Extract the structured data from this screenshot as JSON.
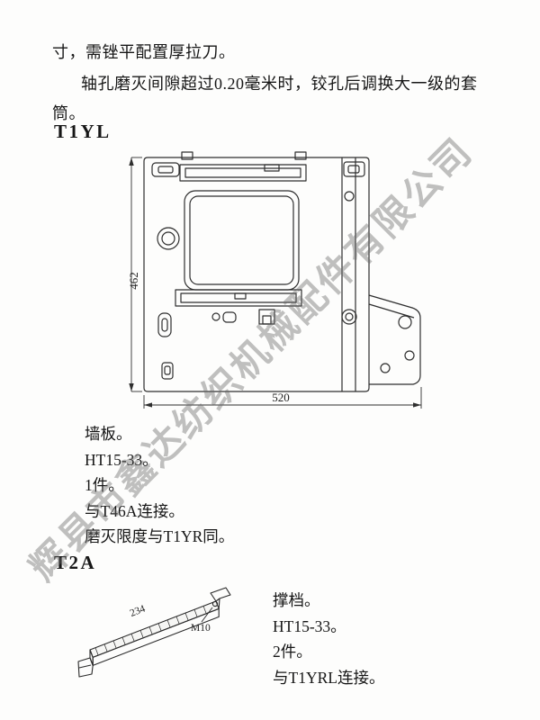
{
  "watermark": {
    "text": "辉县市鑫达纺织机械配件有限公司",
    "color": "#a9a9a9"
  },
  "intro": {
    "line1": "寸，需锉平配置厚拉刀。",
    "line2": "轴孔磨灭间隙超过0.20毫米时，铰孔后调换大一级的套",
    "line3": "筒。"
  },
  "t1yl": {
    "heading": "T1YL",
    "dims": {
      "height": "462",
      "width": "520"
    },
    "notes": [
      "墙板。",
      "HT15-33。",
      "1件。",
      "与T46A连接。",
      "磨灭限度与T1YR同。"
    ]
  },
  "t2a": {
    "heading": "T2A",
    "dims": {
      "length": "234",
      "thread": "M10"
    },
    "notes": [
      "撑档。",
      "HT15-33。",
      "2件。",
      "与T1YRL连接。"
    ]
  }
}
